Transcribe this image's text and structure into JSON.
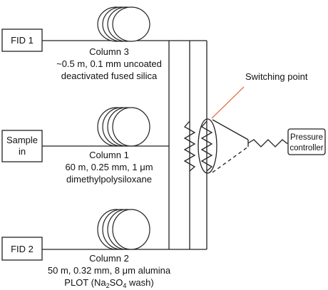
{
  "nodes": {
    "fid1": "FID 1",
    "sample_line1": "Sample",
    "sample_line2": "in",
    "fid2": "FID 2",
    "pressure_line1": "Pressure",
    "pressure_line2": "controller"
  },
  "columns": {
    "col3": {
      "title": "Column 3",
      "line1": "~0.5 m, 0.1 mm uncoated",
      "line2": "deactivated fused silica"
    },
    "col1": {
      "title": "Column 1",
      "line1": "60 m, 0.25 mm, 1 μm",
      "line2": "dimethylpolysiloxane"
    },
    "col2": {
      "title": "Column 2",
      "line1": "50 m, 0.32 mm, 8 μm alumina",
      "line2_prefix": "PLOT (Na",
      "line2_sub1": "2",
      "line2_mid": "SO",
      "line2_sub2": "4",
      "line2_suffix": " wash)"
    }
  },
  "switching_point_label": "Switching point",
  "colors": {
    "line": "#222222",
    "pointer": "#e8704a"
  }
}
